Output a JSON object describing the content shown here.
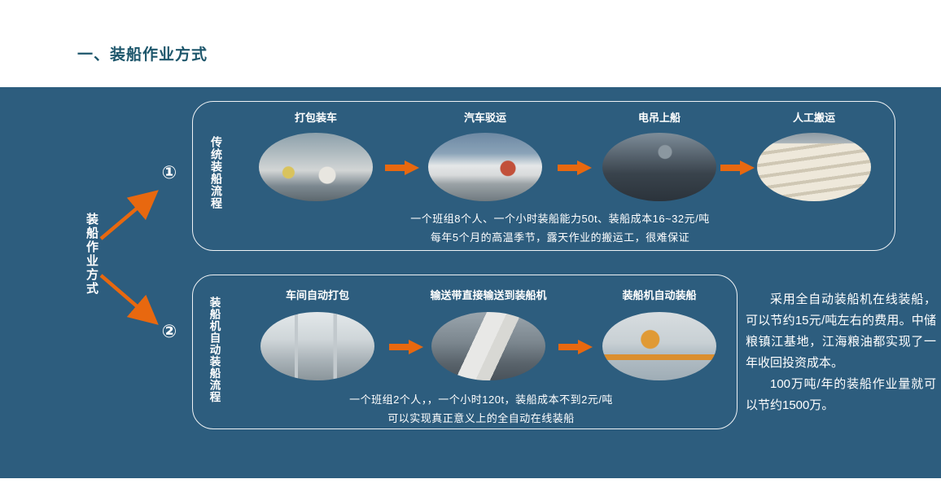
{
  "header": {
    "title": "一、装船作业方式"
  },
  "left": {
    "vertical_label": "装船作业方式",
    "item1_num": "①",
    "item2_num": "②"
  },
  "panel1": {
    "side_label": "传统装船流程",
    "steps": [
      {
        "label": "打包装车"
      },
      {
        "label": "汽车驳运"
      },
      {
        "label": "电吊上船"
      },
      {
        "label": "人工搬运"
      }
    ],
    "note_line1": "一个班组8个人、一个小时装船能力50t、装船成本16~32元/吨",
    "note_line2": "每年5个月的高温季节，露天作业的搬运工，很难保证"
  },
  "panel2": {
    "side_label": "装船机自动装船流程",
    "steps": [
      {
        "label": "车间自动打包"
      },
      {
        "label": "输送带直接输送到装船机"
      },
      {
        "label": "装船机自动装船"
      }
    ],
    "note_line1": "一个班组2个人，，一个小时120t，装船成本不到2元/吨",
    "note_line2": "可以实现真正意义上的全自动在线装船"
  },
  "right_note": {
    "para1": "采用全自动装船机在线装船，可以节约15元/吨左右的费用。中储粮镇江基地，江海粮油都实现了一年收回投资成本。",
    "para2": "100万吨/年的装船作业量就可以节约1500万。"
  },
  "colors": {
    "accent_orange": "#e8680f",
    "background_blue": "#2d5d7e",
    "title_color": "#1d566b",
    "text_white": "#ffffff"
  }
}
